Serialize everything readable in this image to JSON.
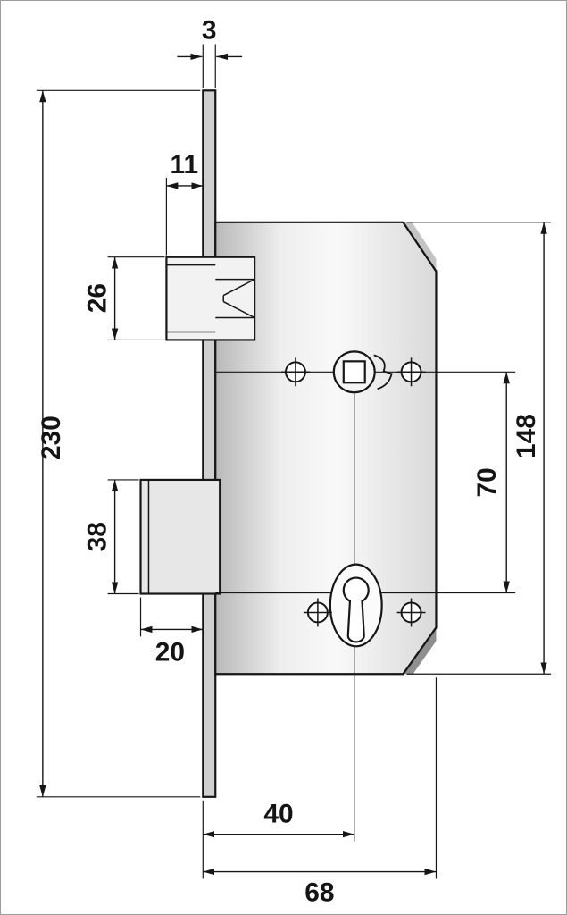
{
  "figure": {
    "dimensions": {
      "faceplate_thickness": "3",
      "latch_projection": "11",
      "latch_height": "26",
      "faceplate_height": "230",
      "deadbolt_height": "38",
      "deadbolt_projection": "20",
      "body_height": "148",
      "spindle_to_keyhole": "70",
      "backset": "40",
      "body_depth": "68"
    }
  }
}
